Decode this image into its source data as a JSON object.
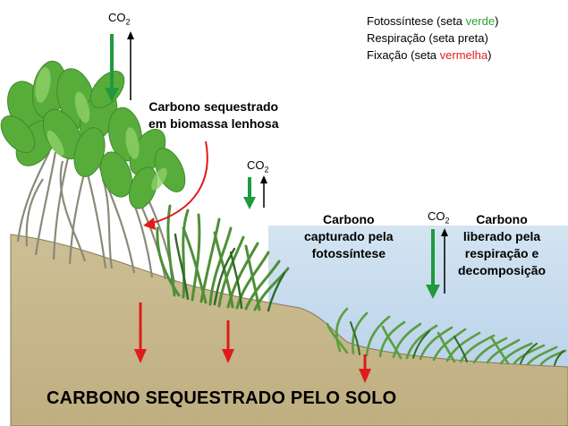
{
  "legend": {
    "photosynthesis": {
      "prefix": "Fotossíntese (seta ",
      "color_word": "verde",
      "suffix": ")"
    },
    "respiration": "Respiração (seta preta)",
    "fixation": {
      "prefix": "Fixação (seta ",
      "color_word": "vermelha",
      "suffix": ")"
    }
  },
  "labels": {
    "woody_biomass": [
      "Carbono sequestrado",
      "em biomassa lenhosa"
    ],
    "captured": [
      "Carbono",
      "capturado pela",
      "fotossíntese"
    ],
    "released": [
      "Carbono",
      "liberado pela",
      "respiração e",
      "decomposição"
    ],
    "soil": "CARBONO SEQUESTRADO PELO SOLO"
  },
  "co2": {
    "base": "CO",
    "subscript": "2"
  },
  "colors": {
    "photosynthesis_arrow": "#1f9a3e",
    "respiration_arrow": "#000000",
    "fixation_arrow": "#e01b1b",
    "soil": "#c8b98f",
    "water": "#c6dbee",
    "mangrove_leaves": "#58ad3a",
    "seagrass": "#4f8f38"
  }
}
